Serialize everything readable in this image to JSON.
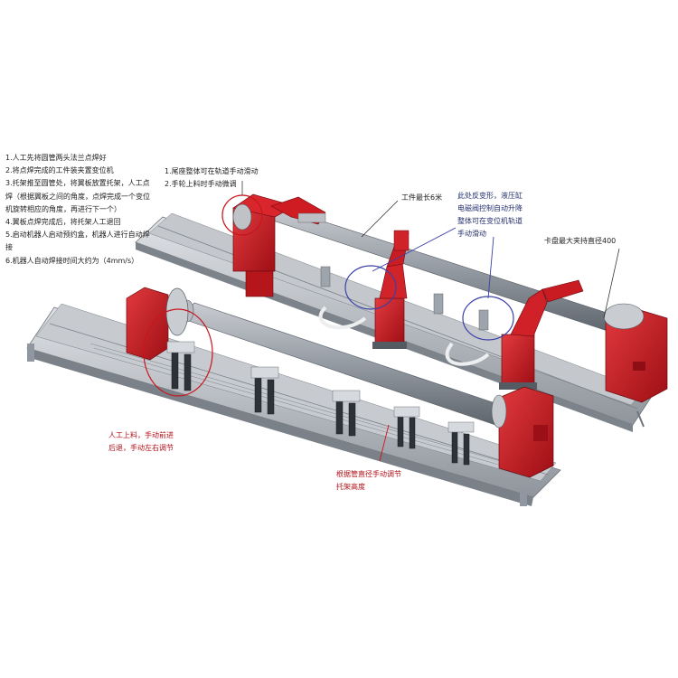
{
  "steps": [
    "1.人工先将圆管两头法兰点焊好",
    "2.将点焊完成的工件装夹置变位机",
    "3.托架推至圆管处，将翼板放置托架，人工点焊（根据翼板之间的角度，点焊完成一个变位机旋转相应的角度，再进行下一个）",
    "4.翼板点焊完成后，将托架人工退回",
    "5.启动机器人启动预约盒，机器人进行自动焊接",
    "6.机器人自动焊接时间大约为（4mm/s）"
  ],
  "notes": {
    "tailstock": [
      "1.尾座整体可在轨道手动滑动",
      "2.手轮上料时手动微调"
    ],
    "workpiece_length": "工件最长6米",
    "deformation": [
      "此处反变形，液压缸",
      "电磁阀控制自动升降",
      "整体可在变位机轨道",
      "手动滑动"
    ],
    "chuck": "卡盘最大夹持直径400",
    "manual_loading": [
      "人工上料，手动前进",
      "后退，手动左右调节"
    ],
    "bracket_height": [
      "根据管直径手动调节",
      "托架高度"
    ]
  },
  "colors": {
    "robot_red": "#c8161d",
    "frame_grey": "#a9adb3",
    "pipe_grey": "#8d939b",
    "callout_red": "#c8161d",
    "callout_blue": "#3a3fa8"
  }
}
